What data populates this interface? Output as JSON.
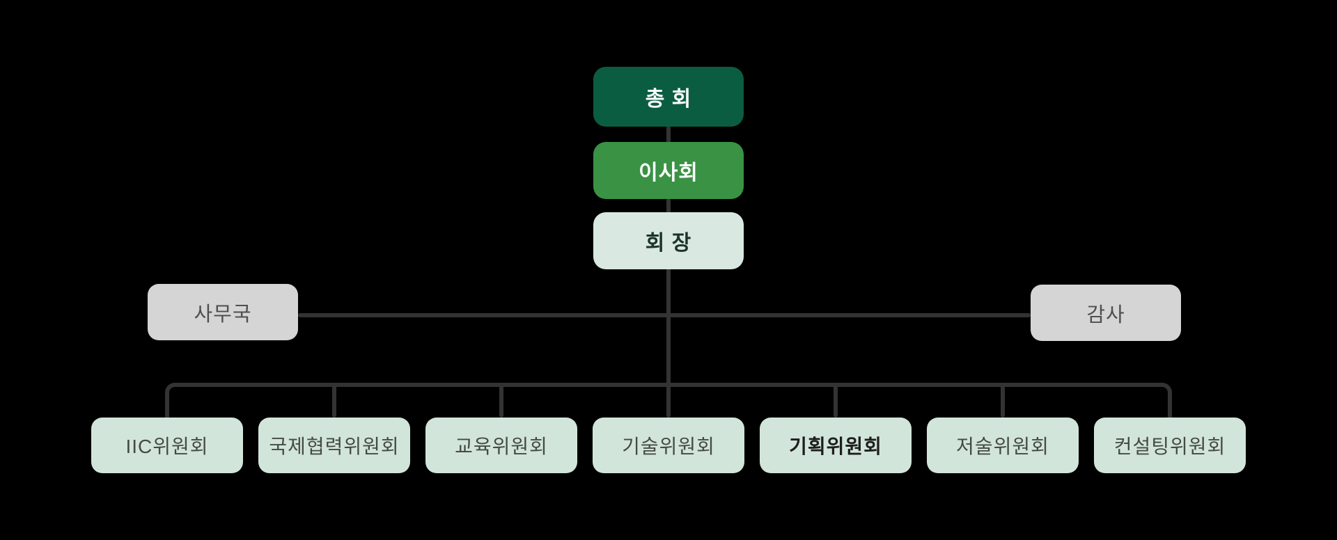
{
  "org_chart": {
    "background_color": "#000000",
    "line_color": "#333333",
    "hierarchy": {
      "general_assembly": {
        "label": "총 회",
        "bg": "#0b5d41",
        "text_color": "#ffffff"
      },
      "board_of_directors": {
        "label": "이사회",
        "bg": "#3a9244",
        "text_color": "#ffffff"
      },
      "president": {
        "label": "회 장",
        "bg": "#d9e9e2",
        "text_color": "#1c332b"
      },
      "secretariat": {
        "label": "사무국",
        "bg": "#d5d5d5",
        "text_color": "#4f4f4f"
      },
      "auditor": {
        "label": "감사",
        "bg": "#d5d5d5",
        "text_color": "#4f4f4f"
      }
    },
    "committees": [
      {
        "label": "IIC위원회",
        "emphasis": false
      },
      {
        "label": "국제협력위원회",
        "emphasis": false
      },
      {
        "label": "교육위원회",
        "emphasis": false
      },
      {
        "label": "기술위원회",
        "emphasis": false
      },
      {
        "label": "기획위원회",
        "emphasis": true
      },
      {
        "label": "저술위원회",
        "emphasis": false
      },
      {
        "label": "컨설팅위원회",
        "emphasis": false
      }
    ],
    "committee_bg": "#d2e5da",
    "committee_text_color": "#454a45"
  }
}
